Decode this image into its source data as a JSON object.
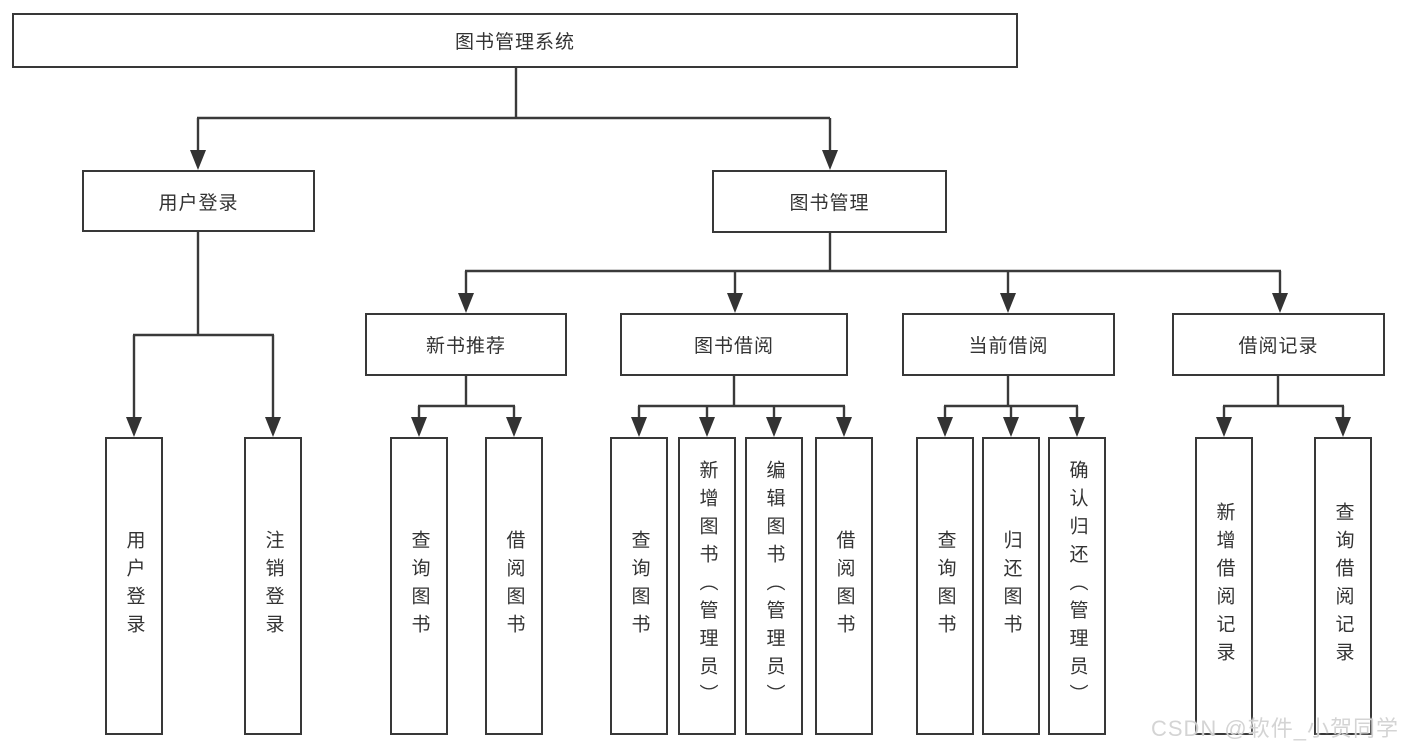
{
  "tree": {
    "root": {
      "label": "图书管理系统"
    },
    "branches": [
      {
        "label": "用户登录",
        "children": [
          {
            "label": "用户登录"
          },
          {
            "label": "注销登录"
          }
        ]
      },
      {
        "label": "图书管理",
        "children": [
          {
            "label": "新书推荐",
            "children": [
              {
                "label": "查询图书"
              },
              {
                "label": "借阅图书"
              }
            ]
          },
          {
            "label": "图书借阅",
            "children": [
              {
                "label": "查询图书"
              },
              {
                "label": "新增图书（管理员）"
              },
              {
                "label": "编辑图书（管理员）"
              },
              {
                "label": "借阅图书"
              }
            ]
          },
          {
            "label": "当前借阅",
            "children": [
              {
                "label": "查询图书"
              },
              {
                "label": "归还图书"
              },
              {
                "label": "确认归还（管理员）"
              }
            ]
          },
          {
            "label": "借阅记录",
            "children": [
              {
                "label": "新增借阅记录"
              },
              {
                "label": "查询借阅记录"
              }
            ]
          }
        ]
      }
    ]
  },
  "watermark": {
    "text": "CSDN @软件_小贺同学"
  },
  "colors": {
    "line": "#3a3a3a",
    "text": "#333333",
    "background": "#ffffff",
    "watermark": "#d2d2d2"
  }
}
